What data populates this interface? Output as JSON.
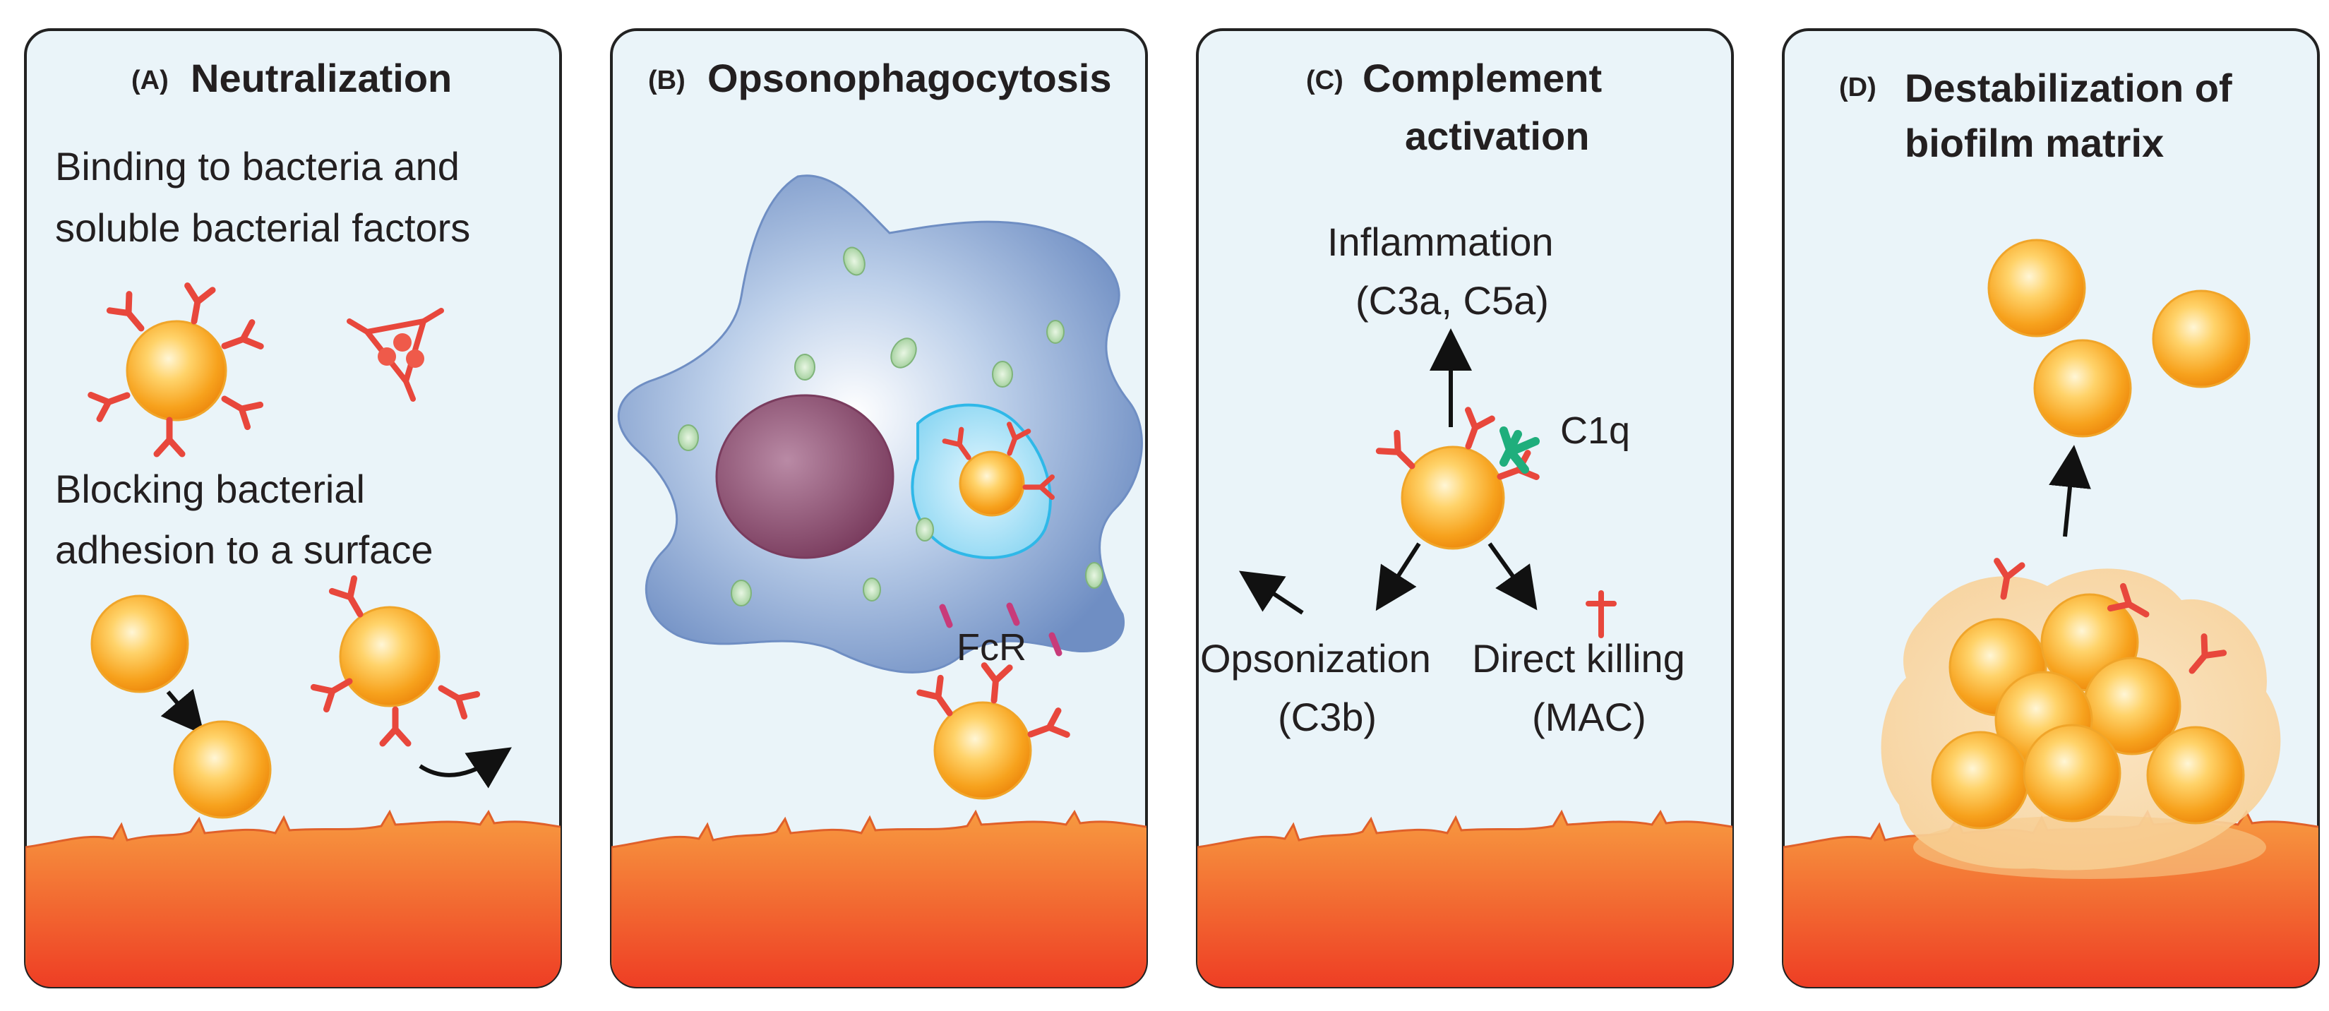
{
  "panels": {
    "a": {
      "letter": "(A)",
      "title": "Neutralization",
      "text1_line1": "Binding to bacteria and",
      "text1_line2": "soluble bacterial factors",
      "text2_line1": "Blocking bacterial",
      "text2_line2": "adhesion to a surface"
    },
    "b": {
      "letter": "(B)",
      "title": "Opsonophagocytosis",
      "receptor_label": "FcR"
    },
    "c": {
      "letter": "(C)",
      "title_line1": "Complement",
      "title_line2": "activation",
      "inflammation_line1": "Inflammation",
      "inflammation_line2": "(C3a, C5a)",
      "c1q_label": "C1q",
      "opsonization_line1": "Opsonization",
      "opsonization_line2": "(C3b)",
      "killing_line1": "Direct killing",
      "killing_line2": "(MAC)"
    },
    "d": {
      "letter": "(D)",
      "title_line1": "Destabilization of",
      "title_line2": "biofilm matrix"
    }
  },
  "colors": {
    "panel_bg": "#eaf4f9",
    "panel_border": "#222222",
    "antibody": "#e8473c",
    "bacterium": "#f6a623",
    "surface_top": "#f58a3c",
    "surface_bottom": "#ef3a24",
    "cell_body": "#7f9bcb",
    "nucleus": "#8e4f6e",
    "phagosome": "#4cc3ea",
    "c1q": "#1fae7c",
    "fc_receptor": "#c83b7a",
    "biofilm": "#f9d9a6"
  }
}
